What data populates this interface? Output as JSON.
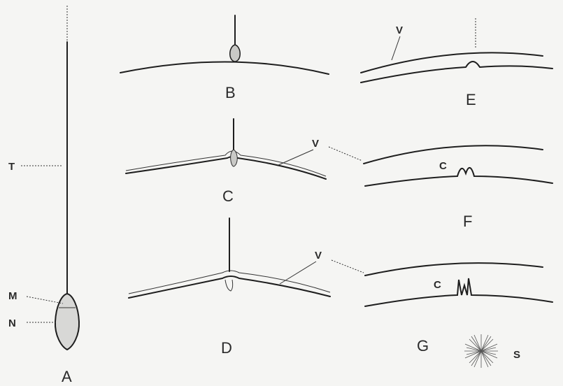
{
  "figure": {
    "panels": [
      "A",
      "B",
      "C",
      "D",
      "E",
      "F",
      "G"
    ],
    "labels": {
      "T": "T",
      "M": "M",
      "N": "N",
      "V": "V",
      "C": "C",
      "S": "S"
    }
  }
}
